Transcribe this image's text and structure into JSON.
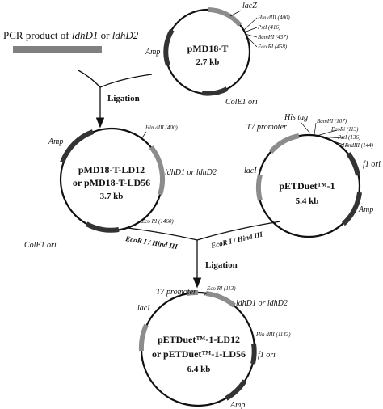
{
  "colors": {
    "ring": "#111111",
    "feature_gray": "#8c8c8c",
    "feature_dark": "#333333",
    "pcr_bar": "#808080",
    "background": "#ffffff"
  },
  "pcr": {
    "label_prefix": "PCR product of ",
    "gene1": "ldhD1",
    "or": " or ",
    "gene2": "ldhD2"
  },
  "steps": {
    "ligation_top": "Ligation",
    "ligation_bottom": "Ligation",
    "enzyme_left": "EcoR I / Hind III",
    "enzyme_right": "EcoR I / Hind III"
  },
  "pmd18t": {
    "name": "pMD18-T",
    "size": "2.7 kb",
    "lacz": "lacZ",
    "amp": "Amp",
    "ori": "ColE1 ori",
    "sites": [
      "Hin dIII (400)",
      "PstI (416)",
      "BamHI (437)",
      "Eco RI (458)"
    ]
  },
  "pmd18t_ld": {
    "name1": "pMD18-T-LD12",
    "name2": "or pMD18-T-LD56",
    "size": "3.7 kb",
    "amp": "Amp",
    "insert": "ldhD1 or ldhD2",
    "ori": "ColE1 ori",
    "site_top": "Hin dIII (400)",
    "site_bottom": "Eco RI (1460)"
  },
  "petduet": {
    "name": "pETDuet™-1",
    "size": "5.4 kb",
    "his_tag": "His tag",
    "t7": "T7 promoter",
    "lacI": "lacI",
    "f1": "f1 ori",
    "amp": "Amp",
    "sites": [
      "BamHI (107)",
      "EcoRi (113)",
      "PstI (136)",
      "HindIII (144)"
    ]
  },
  "petduet_ld": {
    "name1": "pETDuet™-1-LD12",
    "name2": "or pETDuet™-1-LD56",
    "size": "6.4 kb",
    "t7": "T7 promoter",
    "site_top": "Eco RI (113)",
    "insert": "ldhD1 or ldhD2",
    "lacI": "lacI",
    "site_right": "Hin dIII (1143)",
    "f1": "f1 ori",
    "amp": "Amp"
  }
}
